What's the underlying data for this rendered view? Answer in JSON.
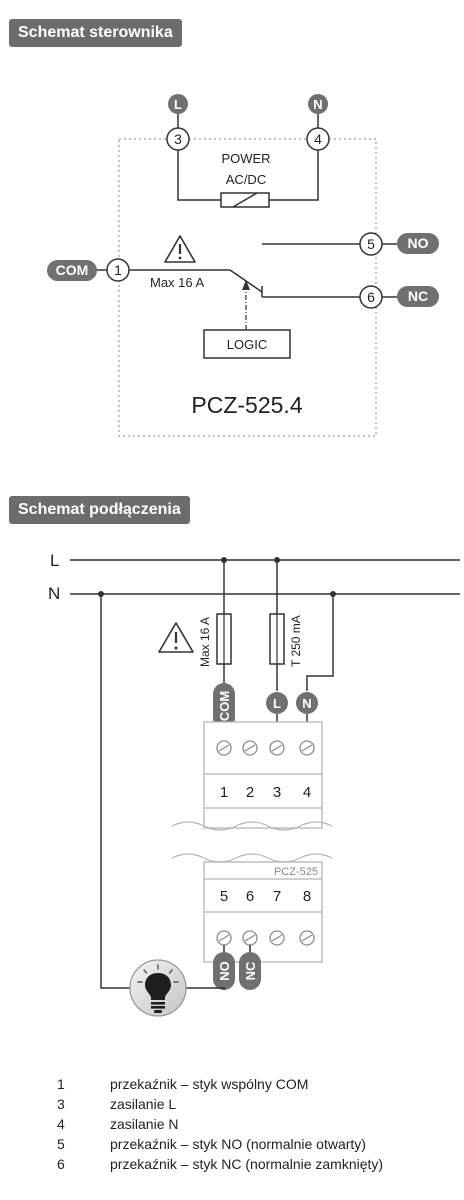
{
  "controller_header": "Schemat sterownika",
  "connection_header": "Schemat podłączenia",
  "controller": {
    "terminal_L": "L",
    "terminal_N": "N",
    "pin_3": "3",
    "pin_4": "4",
    "power_label_1": "POWER",
    "power_label_2": "AC/DC",
    "com_tag": "COM",
    "pin_1": "1",
    "max_label": "Max 16 A",
    "pin_5": "5",
    "no_tag": "NO",
    "pin_6": "6",
    "nc_tag": "NC",
    "logic_label": "LOGIC",
    "model": "PCZ-525.4"
  },
  "connection": {
    "line_L": "L",
    "line_N": "N",
    "fuse_1_label": "Max 16 A",
    "fuse_2_label": "T 250 mA",
    "tag_com": "COM",
    "tag_l": "L",
    "tag_n": "N",
    "top_numbers": [
      "1",
      "2",
      "3",
      "4"
    ],
    "model_small": "PCZ-525",
    "bottom_numbers": [
      "5",
      "6",
      "7",
      "8"
    ],
    "tag_no": "NO",
    "tag_nc": "NC"
  },
  "legend": [
    {
      "num": "1",
      "text": "przekaźnik – styk wspólny COM"
    },
    {
      "num": "3",
      "text": "zasilanie L"
    },
    {
      "num": "4",
      "text": "zasilanie N"
    },
    {
      "num": "5",
      "text": "przekaźnik – styk NO (normalnie otwarty)"
    },
    {
      "num": "6",
      "text": "przekaźnik – styk NC (normalnie zamknięty)"
    }
  ]
}
